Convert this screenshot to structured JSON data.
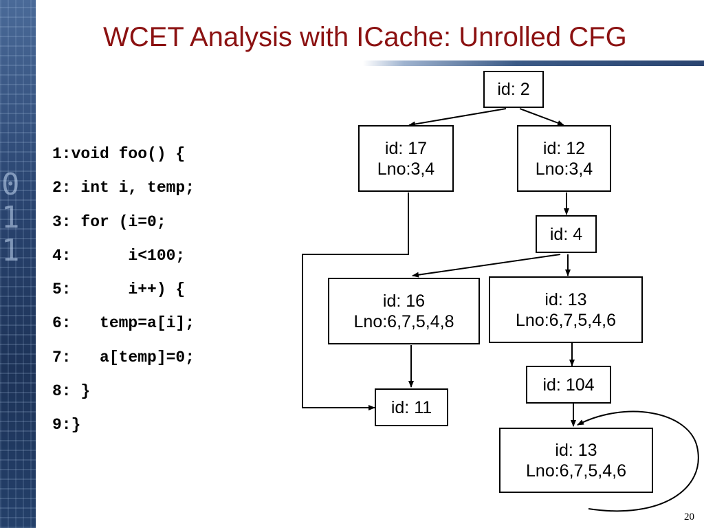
{
  "slide": {
    "title": "WCET Analysis with ICache: Unrolled CFG",
    "page_number": "20"
  },
  "code": [
    "1:void foo() {",
    "2: int i, temp;",
    "3: for (i=0;",
    "4:      i<100;",
    "5:      i++) {",
    "6:   temp=a[i];",
    "7:   a[temp]=0;",
    "8: }",
    "9:}"
  ],
  "cfg": {
    "nodes": [
      {
        "key": "n2",
        "id": "id: 2",
        "lno": ""
      },
      {
        "key": "n17",
        "id": "id: 17",
        "lno": "Lno:3,4"
      },
      {
        "key": "n12",
        "id": "id: 12",
        "lno": "Lno:3,4"
      },
      {
        "key": "n4",
        "id": "id: 4",
        "lno": ""
      },
      {
        "key": "n16",
        "id": "id: 16",
        "lno": "Lno:6,7,5,4,8"
      },
      {
        "key": "n13a",
        "id": "id: 13",
        "lno": "Lno:6,7,5,4,6"
      },
      {
        "key": "n104",
        "id": "id: 104",
        "lno": ""
      },
      {
        "key": "n11",
        "id": "id: 11",
        "lno": ""
      },
      {
        "key": "n13b",
        "id": "id: 13",
        "lno": "Lno:6,7,5,4,6"
      }
    ],
    "edges": [
      [
        "n2",
        "n17"
      ],
      [
        "n2",
        "n12"
      ],
      [
        "n12",
        "n4"
      ],
      [
        "n4",
        "n16"
      ],
      [
        "n4",
        "n13a"
      ],
      [
        "n13a",
        "n104"
      ],
      [
        "n16",
        "n11"
      ],
      [
        "n17",
        "n11"
      ],
      [
        "n104",
        "n13b"
      ],
      [
        "n13b",
        "n13b"
      ]
    ]
  },
  "colors": {
    "title": "#8b1111",
    "sidebar": "#2b4672"
  }
}
